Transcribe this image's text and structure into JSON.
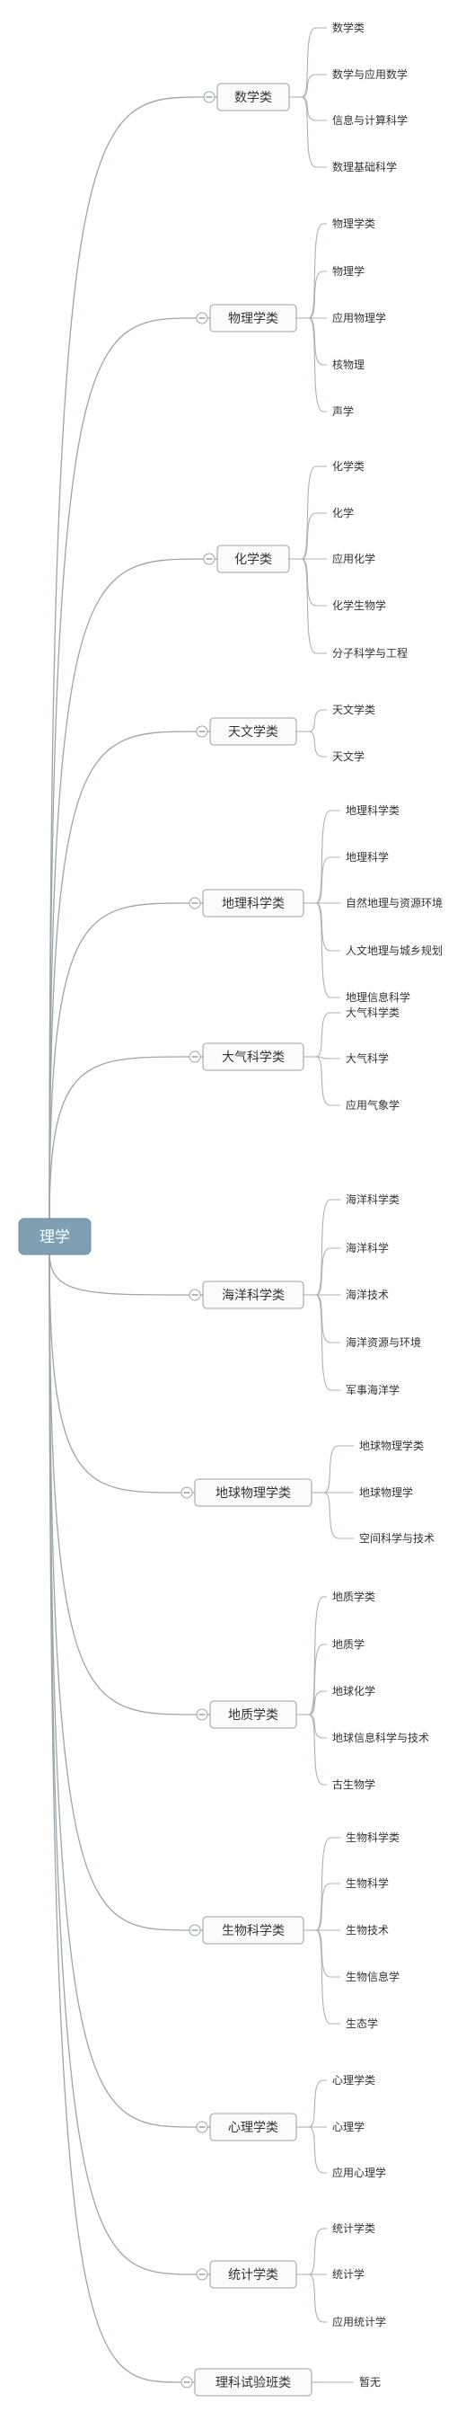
{
  "root": {
    "label": "理学"
  },
  "categories": [
    {
      "label": "数学类",
      "children": [
        "数学类",
        "数学与应用数学",
        "信息与计算科学",
        "数理基础科学"
      ]
    },
    {
      "label": "物理学类",
      "children": [
        "物理学类",
        "物理学",
        "应用物理学",
        "核物理",
        "声学"
      ]
    },
    {
      "label": "化学类",
      "children": [
        "化学类",
        "化学",
        "应用化学",
        "化学生物学",
        "分子科学与工程"
      ]
    },
    {
      "label": "天文学类",
      "children": [
        "天文学类",
        "天文学"
      ]
    },
    {
      "label": "地理科学类",
      "children": [
        "地理科学类",
        "地理科学",
        "自然地理与资源环境",
        "人文地理与城乡规划",
        "地理信息科学"
      ]
    },
    {
      "label": "大气科学类",
      "children": [
        "大气科学类",
        "大气科学",
        "应用气象学"
      ]
    },
    {
      "label": "海洋科学类",
      "children": [
        "海洋科学类",
        "海洋科学",
        "海洋技术",
        "海洋资源与环境",
        "军事海洋学"
      ]
    },
    {
      "label": "地球物理学类",
      "children": [
        "地球物理学类",
        "地球物理学",
        "空间科学与技术"
      ]
    },
    {
      "label": "地质学类",
      "children": [
        "地质学类",
        "地质学",
        "地球化学",
        "地球信息科学与技术",
        "古生物学"
      ]
    },
    {
      "label": "生物科学类",
      "children": [
        "生物科学类",
        "生物科学",
        "生物技术",
        "生物信息学",
        "生态学"
      ]
    },
    {
      "label": "心理学类",
      "children": [
        "心理学类",
        "心理学",
        "应用心理学"
      ]
    },
    {
      "label": "统计学类",
      "children": [
        "统计学类",
        "统计学",
        "应用统计学"
      ]
    },
    {
      "label": "理科试验班类",
      "children": [
        "暂无"
      ]
    }
  ]
}
